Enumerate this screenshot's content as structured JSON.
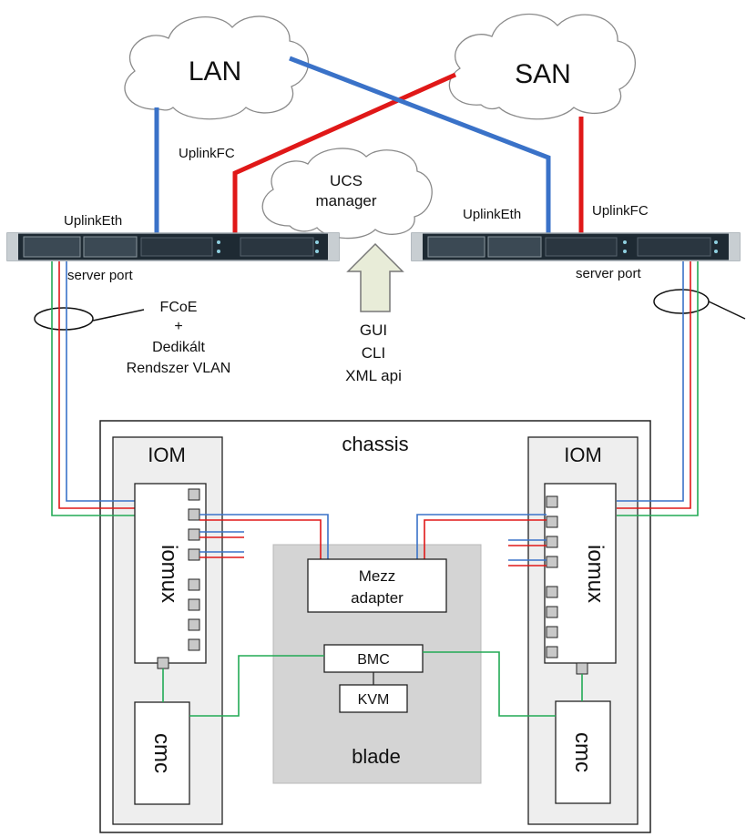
{
  "clouds": {
    "lan": "LAN",
    "san": "SAN",
    "ucs_line1": "UCS",
    "ucs_line2": "manager"
  },
  "labels": {
    "uplink_fc_left": "UplinkFC",
    "uplink_eth_left": "UplinkEth",
    "uplink_eth_right": "UplinkEth",
    "uplink_fc_right": "UplinkFC",
    "server_port_left": "server port",
    "server_port_right": "server port",
    "fcoe_line1": "FCoE",
    "fcoe_line2": "+",
    "fcoe_line3": "Dedikált",
    "fcoe_line4": "Rendszer VLAN",
    "gui": "GUI",
    "cli": "CLI",
    "xml": "XML api"
  },
  "chassis": {
    "title": "chassis",
    "iom_left": "IOM",
    "iom_right": "IOM",
    "iomux_left": "iomux",
    "iomux_right": "iomux",
    "cmc_left": "cmc",
    "cmc_right": "cmc",
    "mezz_line1": "Mezz",
    "mezz_line2": "adapter",
    "bmc": "BMC",
    "kvm": "KVM",
    "blade": "blade"
  },
  "colors": {
    "eth": "#3a72c8",
    "fc": "#e01818",
    "mgmt": "#22aa55",
    "blade_fill": "#d4d4d4",
    "iom_fill": "#eeeeee",
    "switch_fill": "#1e2a33"
  }
}
